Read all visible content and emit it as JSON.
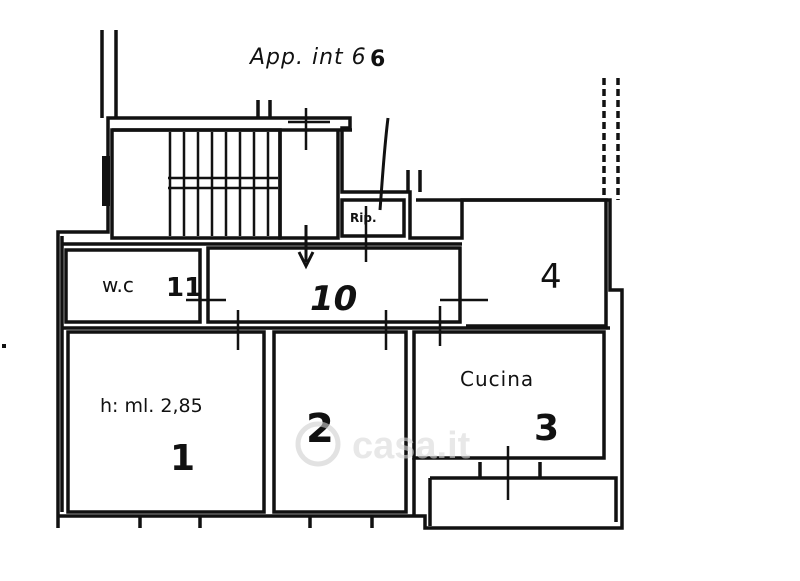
{
  "plan": {
    "title": "App. int 6",
    "room_wc": "w.c",
    "room_kitchen": "Cucina",
    "height_note": "h: ml. 2,85",
    "storage": "Rip.",
    "watermark": "casa.it",
    "numbers": {
      "title_mark": "6",
      "corridor": "10",
      "wc": "11",
      "room_left": "1",
      "room_mid": "2",
      "kitchen": "3",
      "room_right": "4"
    }
  }
}
